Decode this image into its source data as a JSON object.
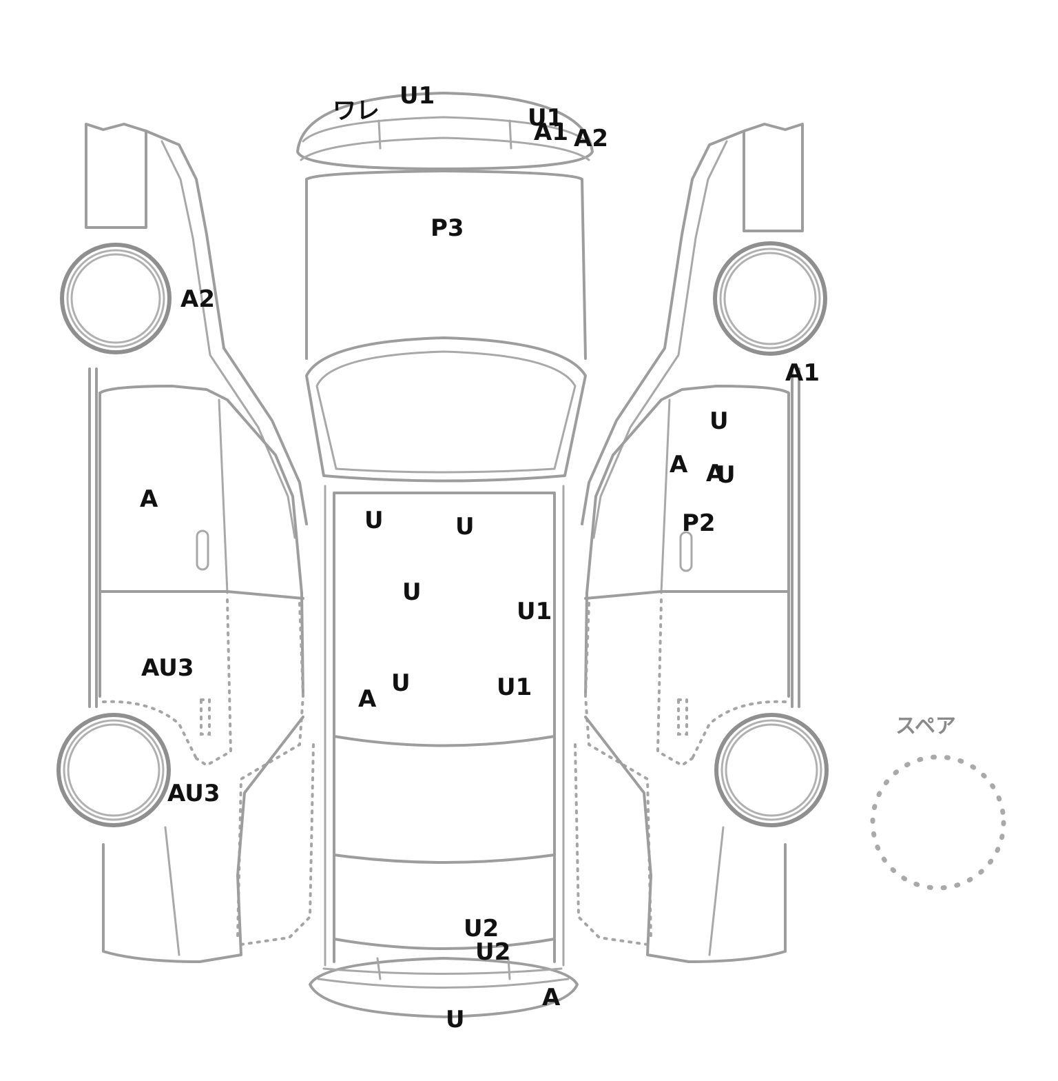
{
  "spare_label": "スペア",
  "marks": {
    "front_bumper": [
      "ワレ",
      "U1",
      "U1",
      "A1",
      "A2"
    ],
    "hood": [
      "P3"
    ],
    "left_front_fender": [
      "A2"
    ],
    "left_front_door": [
      "A"
    ],
    "left_rear_door": [
      "AU3"
    ],
    "left_rear_quarter": [
      "AU3"
    ],
    "right_front_fender": [
      "A1"
    ],
    "right_front_door": [
      "U",
      "A",
      "A",
      "U",
      "P2"
    ],
    "roof": [
      "U",
      "U",
      "U",
      "U1",
      "A",
      "U",
      "U1"
    ],
    "rear": [
      "U2",
      "U2",
      "A",
      "U"
    ]
  }
}
